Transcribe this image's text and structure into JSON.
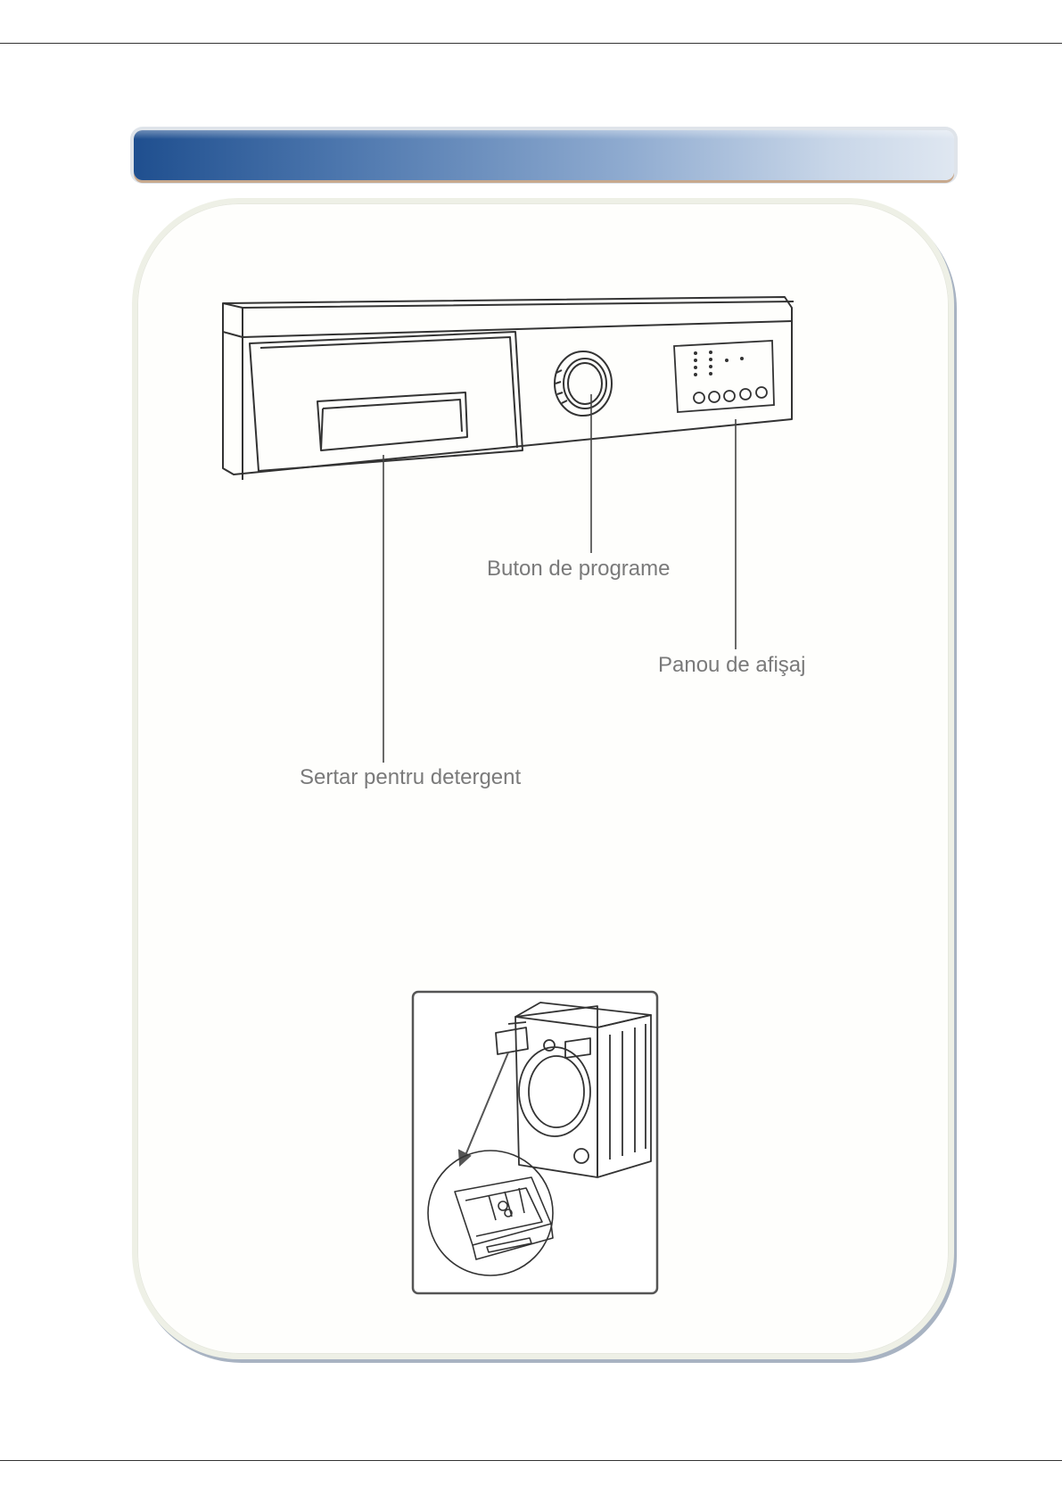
{
  "labels": {
    "program_knob": "Buton de programe",
    "display_panel": "Panou de afişaj",
    "detergent_drawer": "Sertar pentru detergent"
  }
}
